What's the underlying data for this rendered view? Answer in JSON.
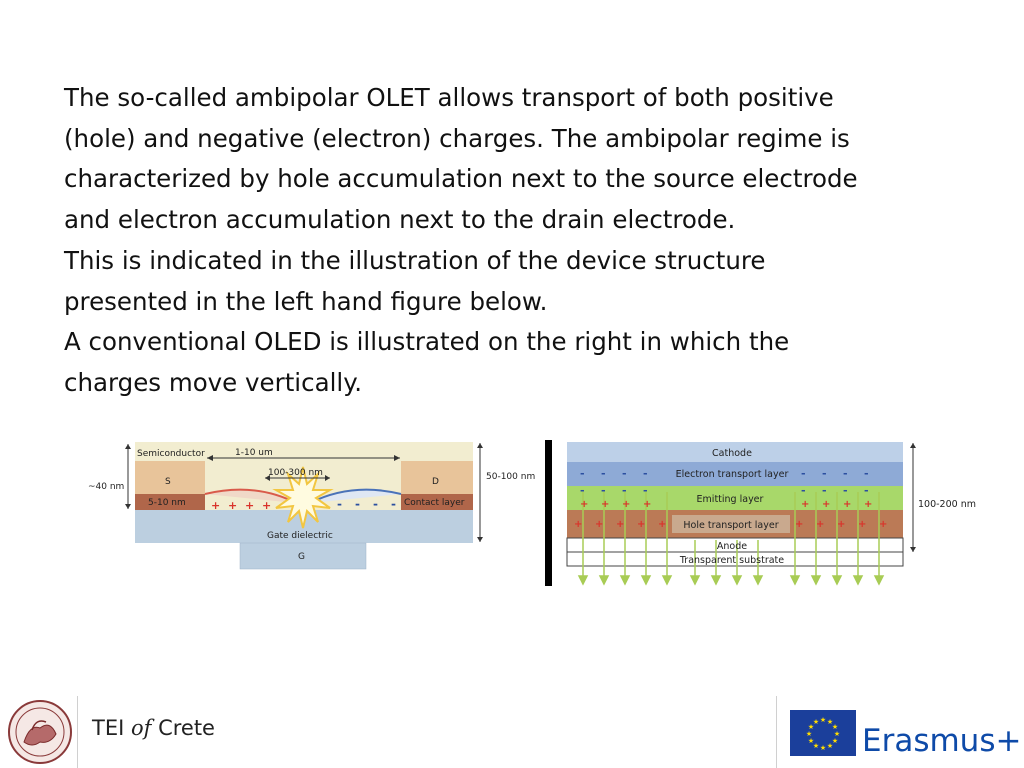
{
  "paragraph": [
    "The so-called ambipolar OLET allows transport of both positive",
    "(hole) and negative (electron) charges. The ambipolar regime is",
    "characterized by hole accumulation next to the source electrode",
    "and electron accumulation next to the drain electrode.",
    "This is indicated in the illustration of the device structure",
    "presented in the left hand figure below.",
    "A conventional OLED is illustrated on the right in which the",
    "charges move vertically."
  ],
  "olet": {
    "semiconductor": "Semiconductor",
    "channel_length": "1-10 um",
    "zone_width": "100-300 nm",
    "source": "S",
    "drain": "D",
    "contact_layer": "Contact layer",
    "thickness_left": "~40 nm",
    "thickness_contact": "5-10 nm",
    "total_height": "50-100 nm",
    "gate_dielectric": "Gate dielectric",
    "gate": "G",
    "plus": "+",
    "minus": "-"
  },
  "oled": {
    "layers": [
      "Cathode",
      "Electron transport layer",
      "Emitting layer",
      "Hole transport layer",
      "Anode",
      "Transparent substrate"
    ],
    "total_height": "100-200 nm",
    "plus": "+",
    "minus": "-"
  },
  "footer": {
    "tei_prefix": "TEI ",
    "tei_of": "of",
    "tei_suffix": " Crete",
    "erasmus": "Erasmus+"
  },
  "colors": {
    "semiconductor": "#f2edd0",
    "gate_dielectric": "#bccfe0",
    "electrode": "#e8c49a",
    "contact": "#b0664a",
    "cathode": "#bdd0e8",
    "etl": "#8eaad6",
    "emitting": "#a8d86a",
    "htl": "#bb7a56",
    "eu_blue": "#1b3f9b",
    "eu_star": "#ffdd00"
  }
}
